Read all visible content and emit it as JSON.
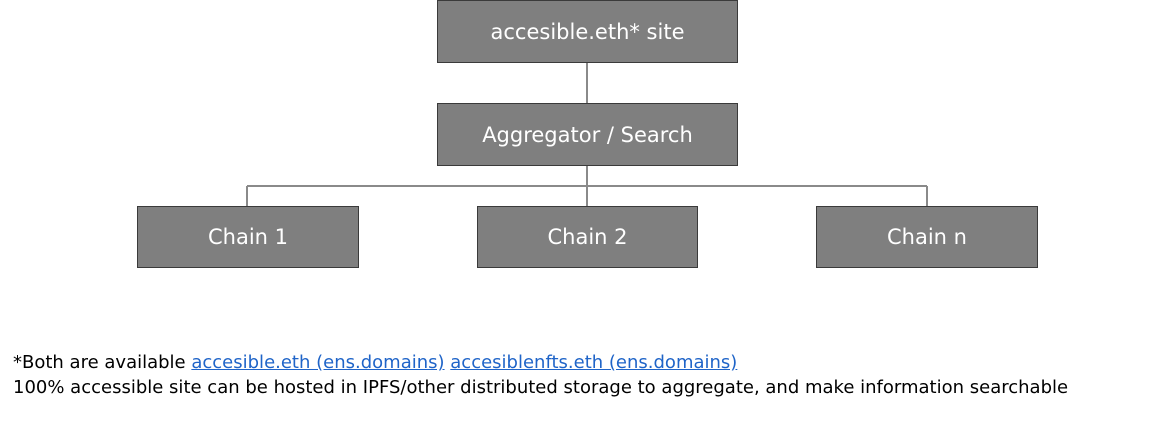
{
  "diagram": {
    "nodes": {
      "site": "accesible.eth* site",
      "aggregator": "Aggregator / Search",
      "chain_1": "Chain 1",
      "chain_2": "Chain 2",
      "chain_n": "Chain n"
    },
    "edges": [
      {
        "from": "site",
        "to": "aggregator"
      },
      {
        "from": "aggregator",
        "to": "chain_1"
      },
      {
        "from": "aggregator",
        "to": "chain_2"
      },
      {
        "from": "aggregator",
        "to": "chain_n"
      }
    ]
  },
  "notes": {
    "line1_prefix": "*Both are available ",
    "link1": "accesible.eth (ens.domains)",
    "link2": "accesiblenfts.eth (ens.domains)",
    "line2": "100% accessible site can be hosted in IPFS/other distributed storage to aggregate, and make information searchable"
  },
  "colors": {
    "node_fill": "#7f7f7f",
    "node_text": "#ffffff",
    "connector": "#8a8a8a",
    "link": "#1f64c8"
  }
}
